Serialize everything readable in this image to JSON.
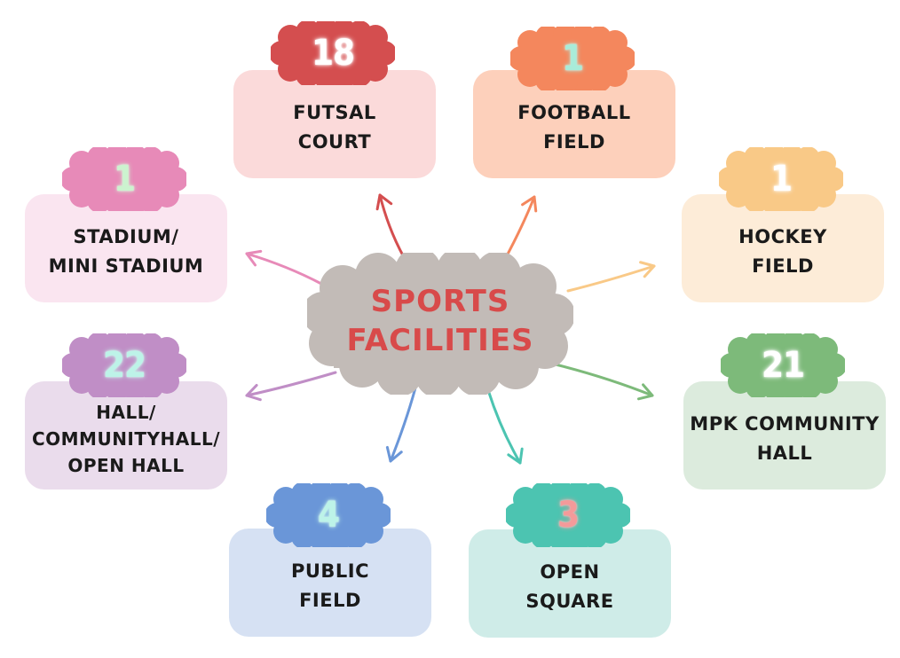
{
  "center": {
    "line1": "SPORTS",
    "line2": "FACILITIES",
    "cloud_color": "#c2bbb7",
    "text_color": "#d84a4a"
  },
  "facilities": [
    {
      "id": "futsal",
      "count": "18",
      "label": "FUTSAL\nCOURT",
      "card_color": "#fbdada",
      "badge_color": "#d44e4f",
      "num_color": "#ffffff",
      "arrow_color": "#d44e4f"
    },
    {
      "id": "football",
      "count": "1",
      "label": "FOOTBALL\nFIELD",
      "card_color": "#fdd0bb",
      "badge_color": "#f4875d",
      "num_color": "#a9ecd9",
      "arrow_color": "#f4875d"
    },
    {
      "id": "hockey",
      "count": "1",
      "label": "HOCKEY\nFIELD",
      "card_color": "#fdecd8",
      "badge_color": "#f9c987",
      "num_color": "#ffffff",
      "arrow_color": "#f9c987"
    },
    {
      "id": "mpk",
      "count": "21",
      "label": "MPK COMMUNITY\nHALL",
      "card_color": "#dcebdd",
      "badge_color": "#7dba7a",
      "num_color": "#ffffff",
      "arrow_color": "#7dba7a"
    },
    {
      "id": "open-square",
      "count": "3",
      "label": "OPEN\nSQUARE",
      "card_color": "#cfece8",
      "badge_color": "#4cc4b1",
      "num_color": "#f49a9a",
      "arrow_color": "#4cc4b1"
    },
    {
      "id": "public-field",
      "count": "4",
      "label": "PUBLIC\nFIELD",
      "card_color": "#d6e1f3",
      "badge_color": "#6a96d8",
      "num_color": "#bdf3e8",
      "arrow_color": "#6a96d8"
    },
    {
      "id": "hall",
      "count": "22",
      "label": "HALL/\nCOMMUNITYHALL/\nOPEN HALL",
      "card_color": "#eadcec",
      "badge_color": "#c08ec6",
      "num_color": "#bdf3e8",
      "arrow_color": "#c08ec6"
    },
    {
      "id": "stadium",
      "count": "1",
      "label": "STADIUM/\nMINI STADIUM",
      "card_color": "#fae5f0",
      "badge_color": "#e78ab8",
      "num_color": "#ccf3cf",
      "arrow_color": "#e78ab8"
    }
  ]
}
